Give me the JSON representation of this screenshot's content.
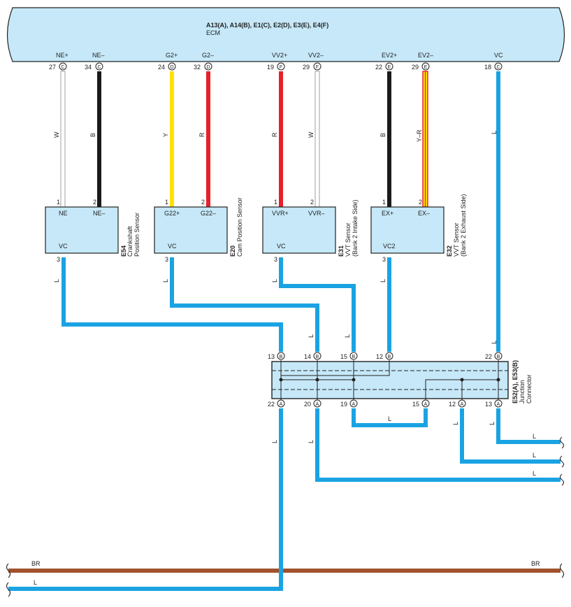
{
  "ecm": {
    "title": "A13(A), A14(B), E1(C), E2(D), E3(E), E4(F)",
    "subtitle": "ECM"
  },
  "ecm_terminals": [
    {
      "name": "NE+",
      "pin": "27",
      "conn": "C",
      "wire": "W",
      "color": "#ffffff"
    },
    {
      "name": "NE–",
      "pin": "34",
      "conn": "C",
      "wire": "B",
      "color": "#1a1a1a"
    },
    {
      "name": "G2+",
      "pin": "24",
      "conn": "D",
      "wire": "Y",
      "color": "#ffe100"
    },
    {
      "name": "G2–",
      "pin": "32",
      "conn": "D",
      "wire": "R",
      "color": "#e8202a"
    },
    {
      "name": "VV2+",
      "pin": "19",
      "conn": "F",
      "wire": "R",
      "color": "#e8202a"
    },
    {
      "name": "VV2–",
      "pin": "29",
      "conn": "F",
      "wire": "W",
      "color": "#ffffff"
    },
    {
      "name": "EV2+",
      "pin": "22",
      "conn": "E",
      "wire": "B",
      "color": "#1a1a1a"
    },
    {
      "name": "EV2–",
      "pin": "29",
      "conn": "E",
      "wire": "Y–R",
      "color": "#ffd400"
    },
    {
      "name": "VC",
      "pin": "18",
      "conn": "C",
      "wire": "L",
      "color": "#1aa3e3"
    }
  ],
  "sensors": [
    {
      "id": "E54",
      "name": "Crankshaft",
      "name2": "Position Sensor",
      "t1": "NE",
      "t2": "NE–",
      "vc": "VC",
      "p1": "1",
      "p2": "2",
      "p3": "3"
    },
    {
      "id": "E20",
      "name": "Cam Position Sensor",
      "name2": "",
      "t1": "G22+",
      "t2": "G22–",
      "vc": "VC",
      "p1": "1",
      "p2": "2",
      "p3": "3"
    },
    {
      "id": "E31",
      "name": "VVT Sensor",
      "name2": "(Bank 2 Intake Side)",
      "t1": "VVR+",
      "t2": "VVR–",
      "vc": "VC",
      "p1": "1",
      "p2": "2",
      "p3": "3"
    },
    {
      "id": "E32",
      "name": "VVT Sensor",
      "name2": "(Bank 2 Exhaust Side)",
      "t1": "EX+",
      "t2": "EX–",
      "vc": "VC2",
      "p1": "1",
      "p2": "2",
      "p3": "3"
    }
  ],
  "junction": {
    "id": "E52(A), E53(B)",
    "name": "Junction",
    "name2": "Connector",
    "top_pins": [
      {
        "pin": "13",
        "conn": "B"
      },
      {
        "pin": "14",
        "conn": "B"
      },
      {
        "pin": "15",
        "conn": "B"
      },
      {
        "pin": "12",
        "conn": "B"
      },
      {
        "pin": "22",
        "conn": "B"
      }
    ],
    "bottom_pins": [
      {
        "pin": "22",
        "conn": "A"
      },
      {
        "pin": "20",
        "conn": "A"
      },
      {
        "pin": "19",
        "conn": "A"
      },
      {
        "pin": "15",
        "conn": "A"
      },
      {
        "pin": "12",
        "conn": "A"
      },
      {
        "pin": "13",
        "conn": "A"
      }
    ]
  },
  "wire_codes": {
    "L": "L",
    "BR": "BR"
  },
  "colors": {
    "ecm_fill": "#c6e8f8",
    "blue": "#1aa3e3",
    "brown": "#a0522d"
  }
}
